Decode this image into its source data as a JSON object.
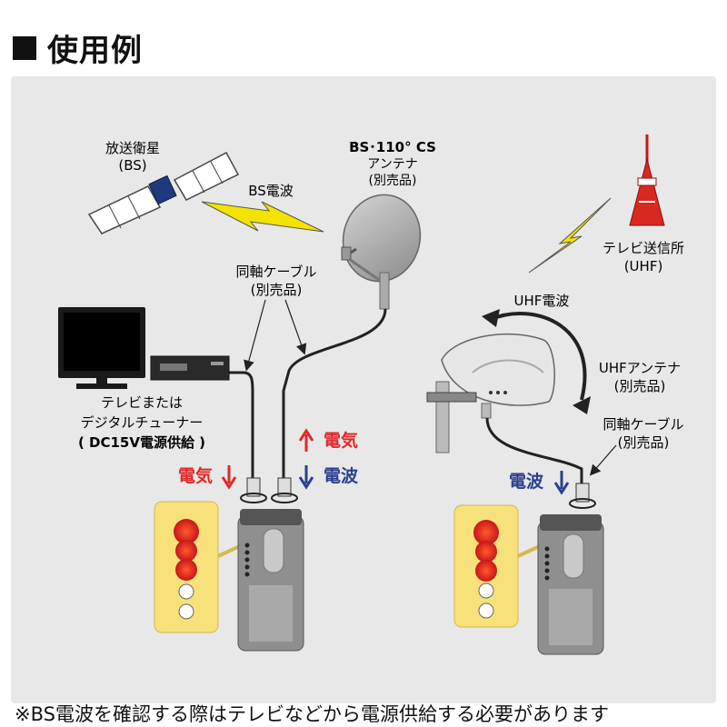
{
  "title": "使用例",
  "labels": {
    "satellite_l1": "放送衛星",
    "satellite_l2": "(BS)",
    "bs_wave": "BS電波",
    "bs_antenna_l1": "BS･110° CS",
    "bs_antenna_l2": "アンテナ",
    "bs_antenna_l3": "(別売品)",
    "coax_left_l1": "同軸ケーブル",
    "coax_left_l2": "(別売品)",
    "tv_l1": "テレビまたは",
    "tv_l2": "デジタルチューナー",
    "tv_l3": "( DC15V電源供給 )",
    "up_power": "電気",
    "left_power": "電気",
    "down_wave_left": "電波",
    "tv_tower_l1": "テレビ送信所",
    "tv_tower_l2": "(UHF)",
    "uhf_wave": "UHF電波",
    "uhf_antenna_l1": "UHFアンテナ",
    "uhf_antenna_l2": "(別売品)",
    "coax_right_l1": "同軸ケーブル",
    "coax_right_l2": "(別売品)",
    "down_wave_right": "電波"
  },
  "footnote": "※BS電波を確認する際はテレビなどから電源供給する必要があります",
  "colors": {
    "panel": "#e8e8e8",
    "power_red": "#e0282a",
    "wave_blue": "#2b3f8f",
    "bolt_yellow": "#f3e300",
    "led_panel": "#f7e17a"
  }
}
